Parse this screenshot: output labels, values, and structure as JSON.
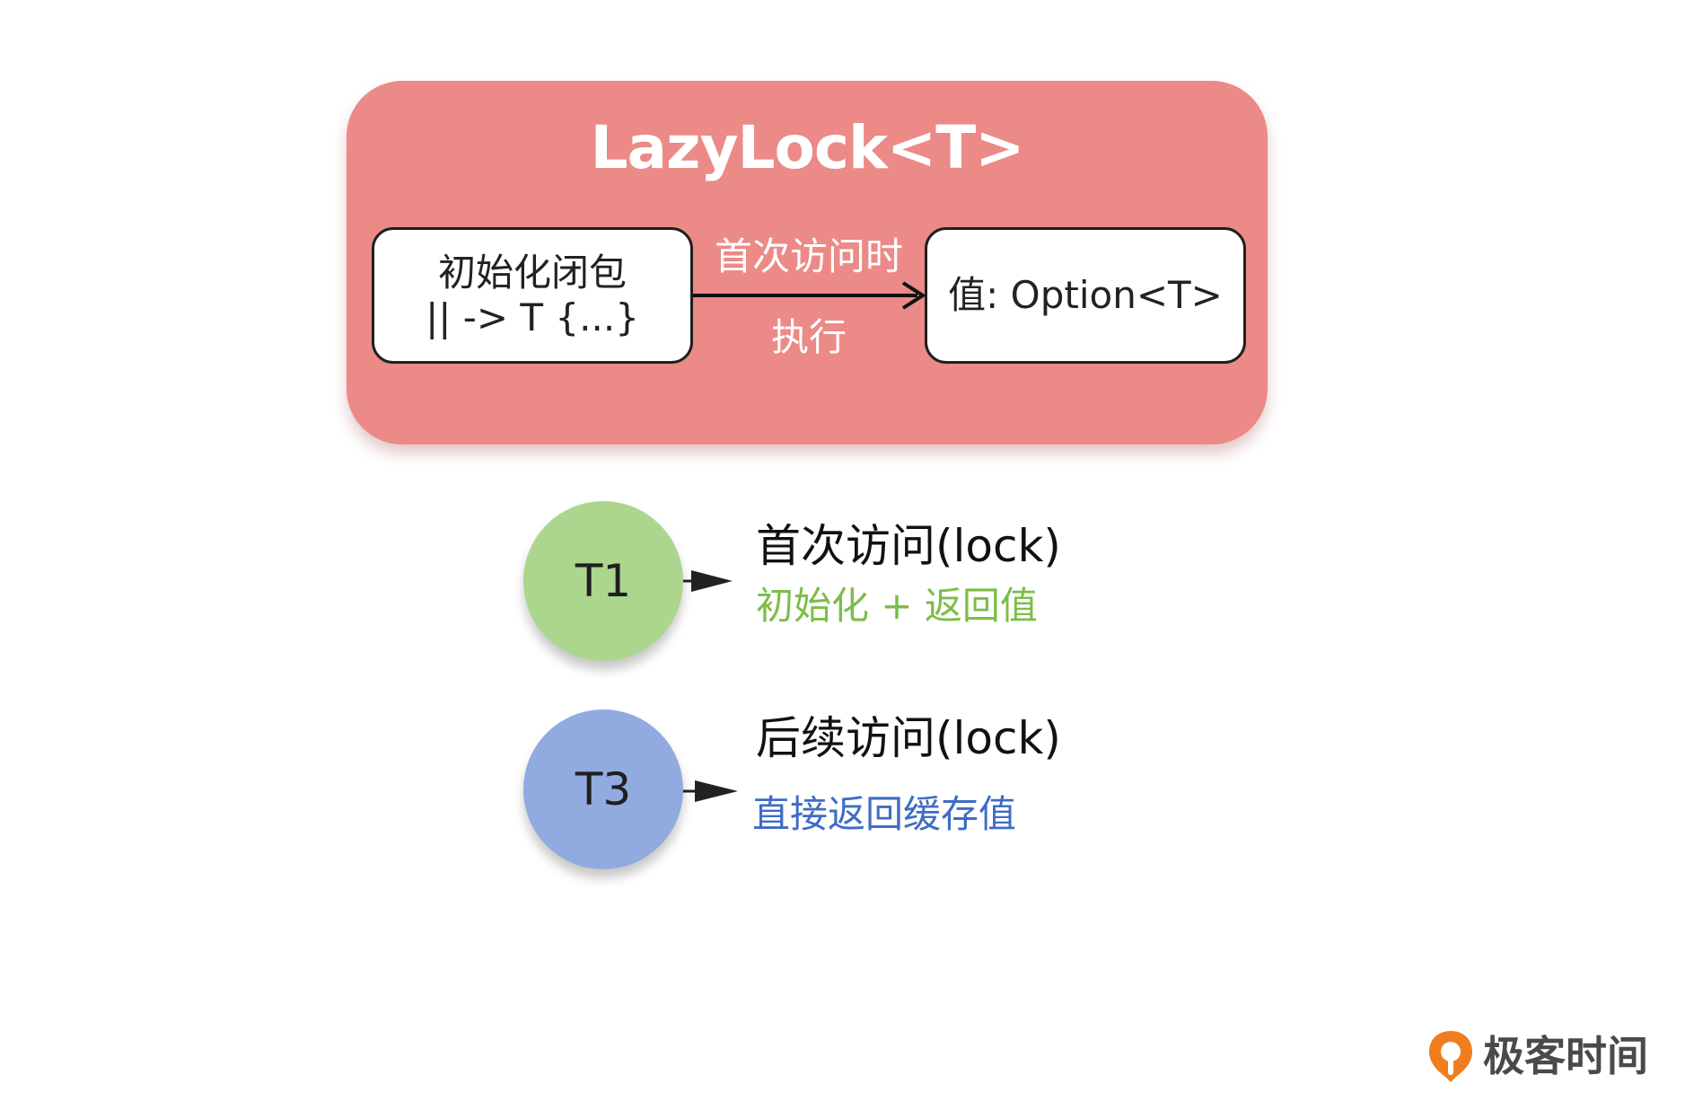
{
  "colors": {
    "container": "#eb8a86",
    "t1_circle": "#acd58e",
    "t3_circle": "#91abe0",
    "t1_desc_text": "#7cbd48",
    "t3_desc_text": "#3f6cc6",
    "brand_orange": "#f07e1e"
  },
  "container": {
    "title": "LazyLock<T>"
  },
  "closure_box": {
    "line1": "初始化闭包",
    "line2": "|| -> T {...}"
  },
  "value_box": {
    "label": "值: Option<T>"
  },
  "arrow": {
    "top_label": "首次访问时",
    "bottom_label": "执行"
  },
  "threads": [
    {
      "name": "T1",
      "access": "首次访问(lock)",
      "result": "初始化 + 返回值"
    },
    {
      "name": "T3",
      "access": "后续访问(lock)",
      "result": "直接返回缓存值"
    }
  ],
  "brand": {
    "logo_icon": "geekbang-logo-icon",
    "name": "极客时间"
  }
}
